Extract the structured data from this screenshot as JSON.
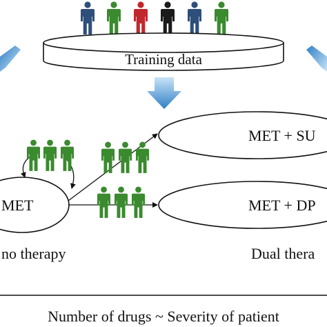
{
  "colors": {
    "person_green": "#3a8a2e",
    "person_blue": "#2f4f7a",
    "person_red": "#c0282d",
    "person_black": "#1b1b1b",
    "arrow_blue_top": "#c9e4f7",
    "arrow_blue_bottom": "#2f7fc6",
    "line": "#111111"
  },
  "training": {
    "label": "Training data",
    "people_colors": [
      "blue",
      "green",
      "red",
      "black",
      "blue",
      "green"
    ]
  },
  "nodes": {
    "met": "MET",
    "met_su": "MET + SU",
    "met_dp": "MET + DP"
  },
  "sections": {
    "mono": "no therapy",
    "dual": "Dual thera"
  },
  "footer": {
    "caption": "Number of drugs ~ Severity of patient"
  }
}
